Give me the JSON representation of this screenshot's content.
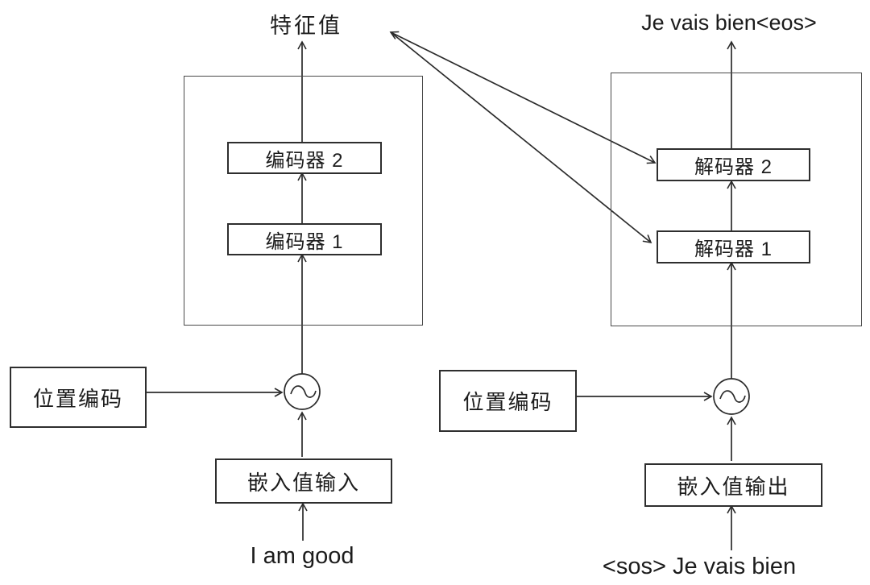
{
  "colors": {
    "background": "#ffffff",
    "line": "#2b2b2b",
    "text": "#1c1c1c",
    "box_border": "#2e2e2e"
  },
  "encoder_side": {
    "output_label": "特征值",
    "layers": [
      {
        "label": "编码器 2"
      },
      {
        "label": "编码器 1"
      }
    ],
    "positional_encoding_label": "位置编码",
    "embedding_label": "嵌入值输入",
    "input_text": "I am good"
  },
  "decoder_side": {
    "output_label": "Je vais bien<eos>",
    "layers": [
      {
        "label": "解码器 2"
      },
      {
        "label": "解码器 1"
      }
    ],
    "positional_encoding_label": "位置编码",
    "embedding_label": "嵌入值输出",
    "input_text": "<sos> Je vais bien"
  },
  "icons": {
    "add_positional_left": "sine-wave-circle",
    "add_positional_right": "sine-wave-circle"
  }
}
